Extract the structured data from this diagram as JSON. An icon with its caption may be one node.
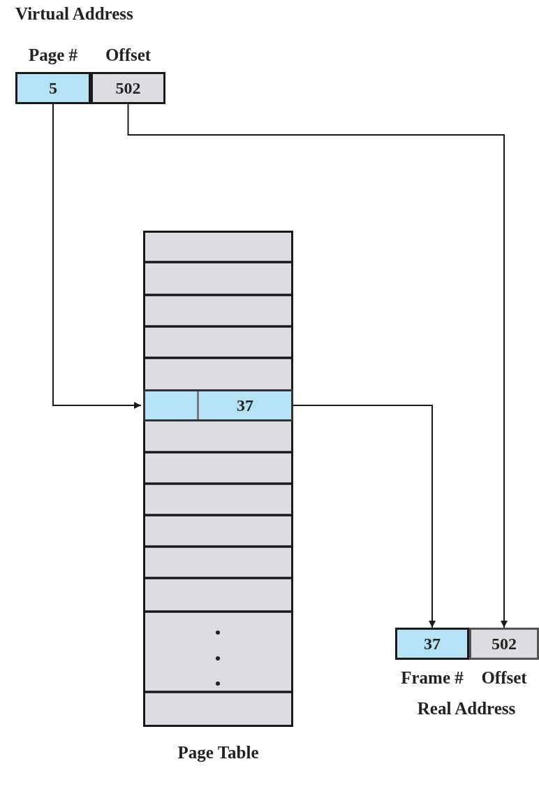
{
  "diagram": {
    "nodes": [
      {
        "text": [
          "5"
        ],
        "beside": [
          "Page #"
        ]
      },
      {
        "text": [
          "502"
        ],
        "beside": [
          "Offset"
        ]
      },
      {
        "text": [
          "Page Table"
        ]
      },
      {
        "text": [
          "37"
        ],
        "in": 2
      },
      {
        "text": [
          "37"
        ],
        "beside": [
          "Frame #"
        ]
      },
      {
        "text": [
          "502"
        ],
        "beside": [
          "Offset"
        ]
      }
    ],
    "edges": [
      {
        "from": 0,
        "to": 3,
        "arrow": "to"
      },
      {
        "from": 1,
        "to": 5,
        "arrow": "to"
      },
      {
        "from": 3,
        "to": 4,
        "arrow": "to"
      }
    ],
    "labels": [
      "Virtual Address",
      "Real Address"
    ]
  }
}
